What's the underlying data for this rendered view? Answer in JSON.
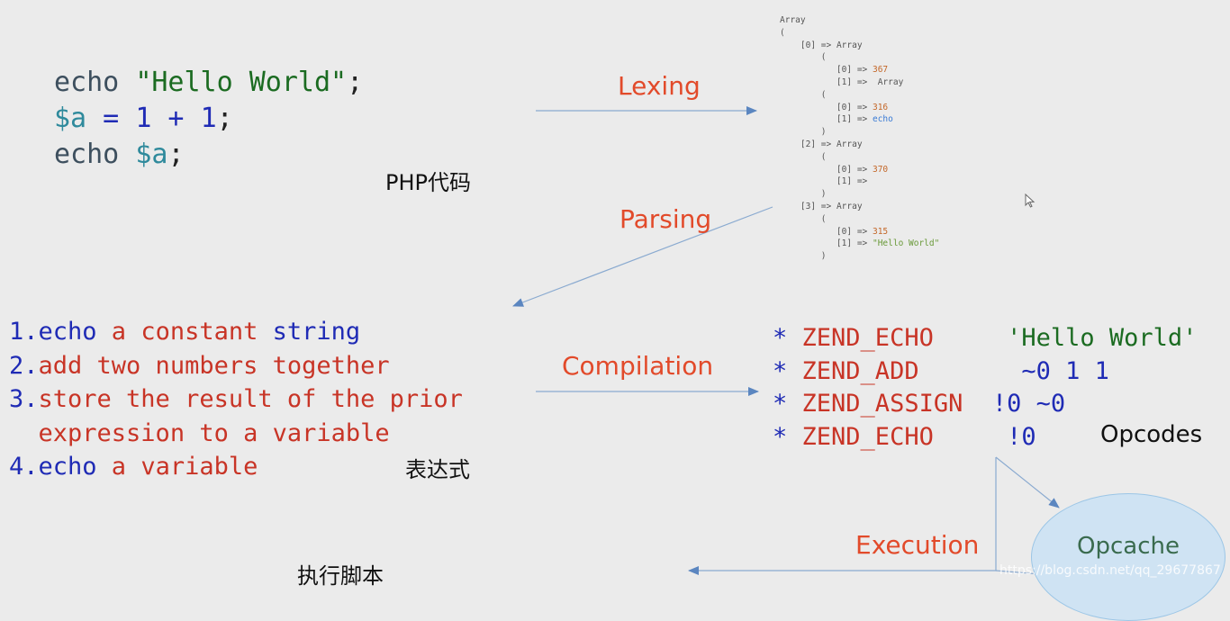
{
  "php_code": {
    "line1": {
      "kw": "echo",
      "str": "\"Hello World\"",
      "end": ";"
    },
    "line2": {
      "var": "$a",
      "eq": " = ",
      "n1": "1",
      "plus": " + ",
      "n2": "1",
      "end": ";"
    },
    "line3": {
      "kw": "echo",
      "var": "$a",
      "end": ";"
    }
  },
  "captions": {
    "php_code": "PHP代码",
    "expressions": "表达式",
    "opcodes": "Opcodes",
    "execute": "执行脚本"
  },
  "stages": {
    "lexing": "Lexing",
    "parsing": "Parsing",
    "compilation": "Compilation",
    "execution": "Execution"
  },
  "token_dump": {
    "array": "Array",
    "open": "(",
    "close": ")",
    "arrow": " => ",
    "k0": "[0]",
    "k1": "[1]",
    "k2": "[2]",
    "k3": "[3]",
    "v367": "367",
    "v316": "316",
    "v370": "370",
    "v315": "315",
    "echo_tok": "echo",
    "hello_tok": "\"Hello World\""
  },
  "expressions": [
    {
      "idx": "1.",
      "a": "echo",
      "b": " a constant ",
      "c": "string"
    },
    {
      "idx": "2.",
      "b": "add two numbers together"
    },
    {
      "idx": "3.",
      "b": "store the result of the prior"
    },
    {
      "cont": "expression to a variable"
    },
    {
      "idx": "4.",
      "a": "echo",
      "b": " a variable"
    }
  ],
  "opcodes": [
    {
      "star": "*",
      "op": "ZEND_ECHO",
      "arg": "'Hello World'"
    },
    {
      "star": "*",
      "op": "ZEND_ADD",
      "arg": "~0 1 1"
    },
    {
      "star": "*",
      "op": "ZEND_ASSIGN",
      "arg": "!0 ~0"
    },
    {
      "star": "*",
      "op": "ZEND_ECHO",
      "arg": "!0"
    }
  ],
  "opcache": "Opcache",
  "watermark": "https://blog.csdn.net/qq_29677867",
  "colors": {
    "background": "#ebebeb",
    "stage_label": "#e24a2a",
    "arrow": "#6b93c4",
    "opcache_fill": "#cfe3f3"
  }
}
